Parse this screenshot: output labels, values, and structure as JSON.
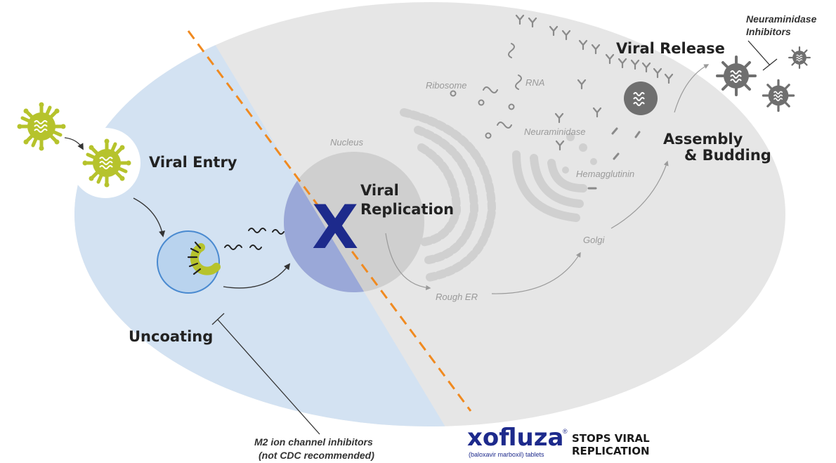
{
  "labels": {
    "viral_entry": "Viral Entry",
    "uncoating": "Uncoating",
    "viral_replication_1": "Viral",
    "viral_replication_2": "Replication",
    "assembly_1": "Assembly",
    "assembly_2": "& Budding",
    "viral_release": "Viral Release",
    "nucleus": "Nucleus",
    "ribosome": "Ribosome",
    "rna": "RNA",
    "neuraminidase": "Neuraminidase",
    "hemagglutinin": "Hemagglutinin",
    "golgi": "Golgi",
    "rough_er": "Rough ER",
    "block_mark": "X"
  },
  "notes": {
    "neuraminidase_inhibitors_1": "Neuraminidase",
    "neuraminidase_inhibitors_2": "Inhibitors",
    "m2_line1": "M2 ion channel inhibitors",
    "m2_line2": "(not CDC recommended)"
  },
  "logo": {
    "word": "xofluza",
    "registered": "®",
    "generic": "(baloxavir marboxil) tablets",
    "tagline_1": "STOPS VIRAL",
    "tagline_2": "REPLICATION"
  },
  "colors": {
    "cell": "#e6e6e6",
    "blue_region": "#d3e2f2",
    "nucleus": "#cfcfcf",
    "nucleus_blue": "#9aa8d8",
    "virus_green": "#b6c32c",
    "virus_gray": "#6f6f6f",
    "dashed_line": "#f08a20",
    "brand_navy": "#1d2a8c"
  }
}
